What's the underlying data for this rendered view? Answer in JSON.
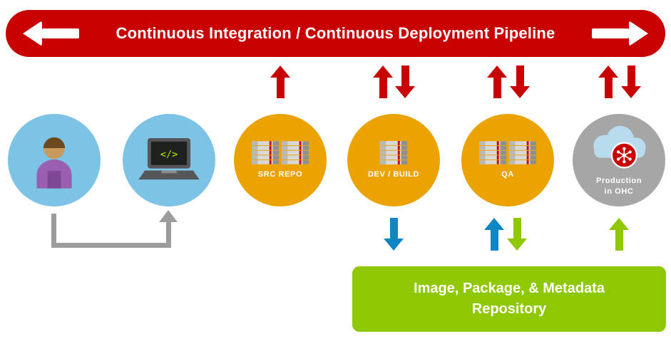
{
  "banner": {
    "title": "Continuous Integration / Continuous Deployment Pipeline"
  },
  "nodes": {
    "workstation": {
      "screen_code": "</>"
    },
    "src_repo": {
      "label": "SRC REPO"
    },
    "dev_build": {
      "label": "DEV / BUILD"
    },
    "qa": {
      "label": "QA"
    },
    "production": {
      "label_line1": "Production",
      "label_line2": "in OHC"
    }
  },
  "repository_box": {
    "line1": "Image, Package, & Metadata",
    "line2": "Repository"
  },
  "colors": {
    "pipeline_red": "#c80000",
    "node_orange": "#eba301",
    "node_sky_blue": "#7cc3e6",
    "node_gray": "#a6a6a6",
    "arrow_blue": "#0e86c6",
    "repo_green": "#8ec802",
    "connector_gray": "#9c9c9c"
  }
}
